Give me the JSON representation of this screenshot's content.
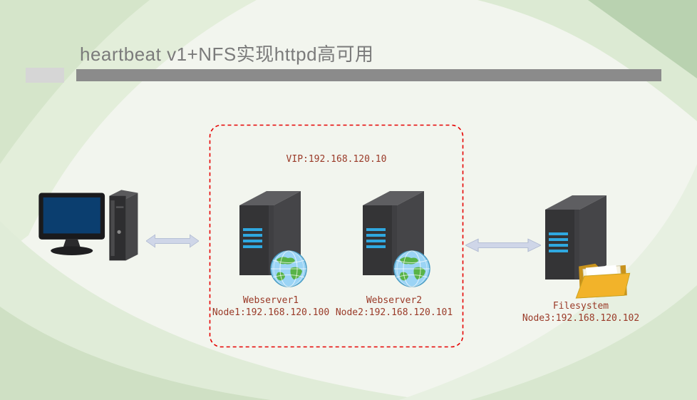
{
  "slide": {
    "title": "heartbeat v1+NFS实现httpd高可用"
  },
  "diagram": {
    "vip_label": "VIP:192.168.120.10",
    "nodes": [
      {
        "id": "client",
        "type": "desktop-computer"
      },
      {
        "id": "webserver1",
        "type": "server-with-globe",
        "label": "Webserver1",
        "address": "Node1:192.168.120.100"
      },
      {
        "id": "webserver2",
        "type": "server-with-globe",
        "label": "Webserver2",
        "address": "Node2:192.168.120.101"
      },
      {
        "id": "filesystem",
        "type": "server-with-folder",
        "label": "Filesystem",
        "address": "Node3:192.168.120.102"
      }
    ],
    "connections": [
      {
        "from": "client",
        "to": "ha-cluster",
        "type": "bidirectional-arrow"
      },
      {
        "from": "ha-cluster",
        "to": "filesystem",
        "type": "bidirectional-arrow"
      }
    ]
  },
  "colors": {
    "cluster_border": "#e60000",
    "label_text": "#9a3a28",
    "title_text": "#7b7b7b",
    "title_bar": "#8b8b8b",
    "title_accent": "#d6d6d6",
    "arrow_fill": "#cfd6e8",
    "background": "#f2f5ee"
  }
}
